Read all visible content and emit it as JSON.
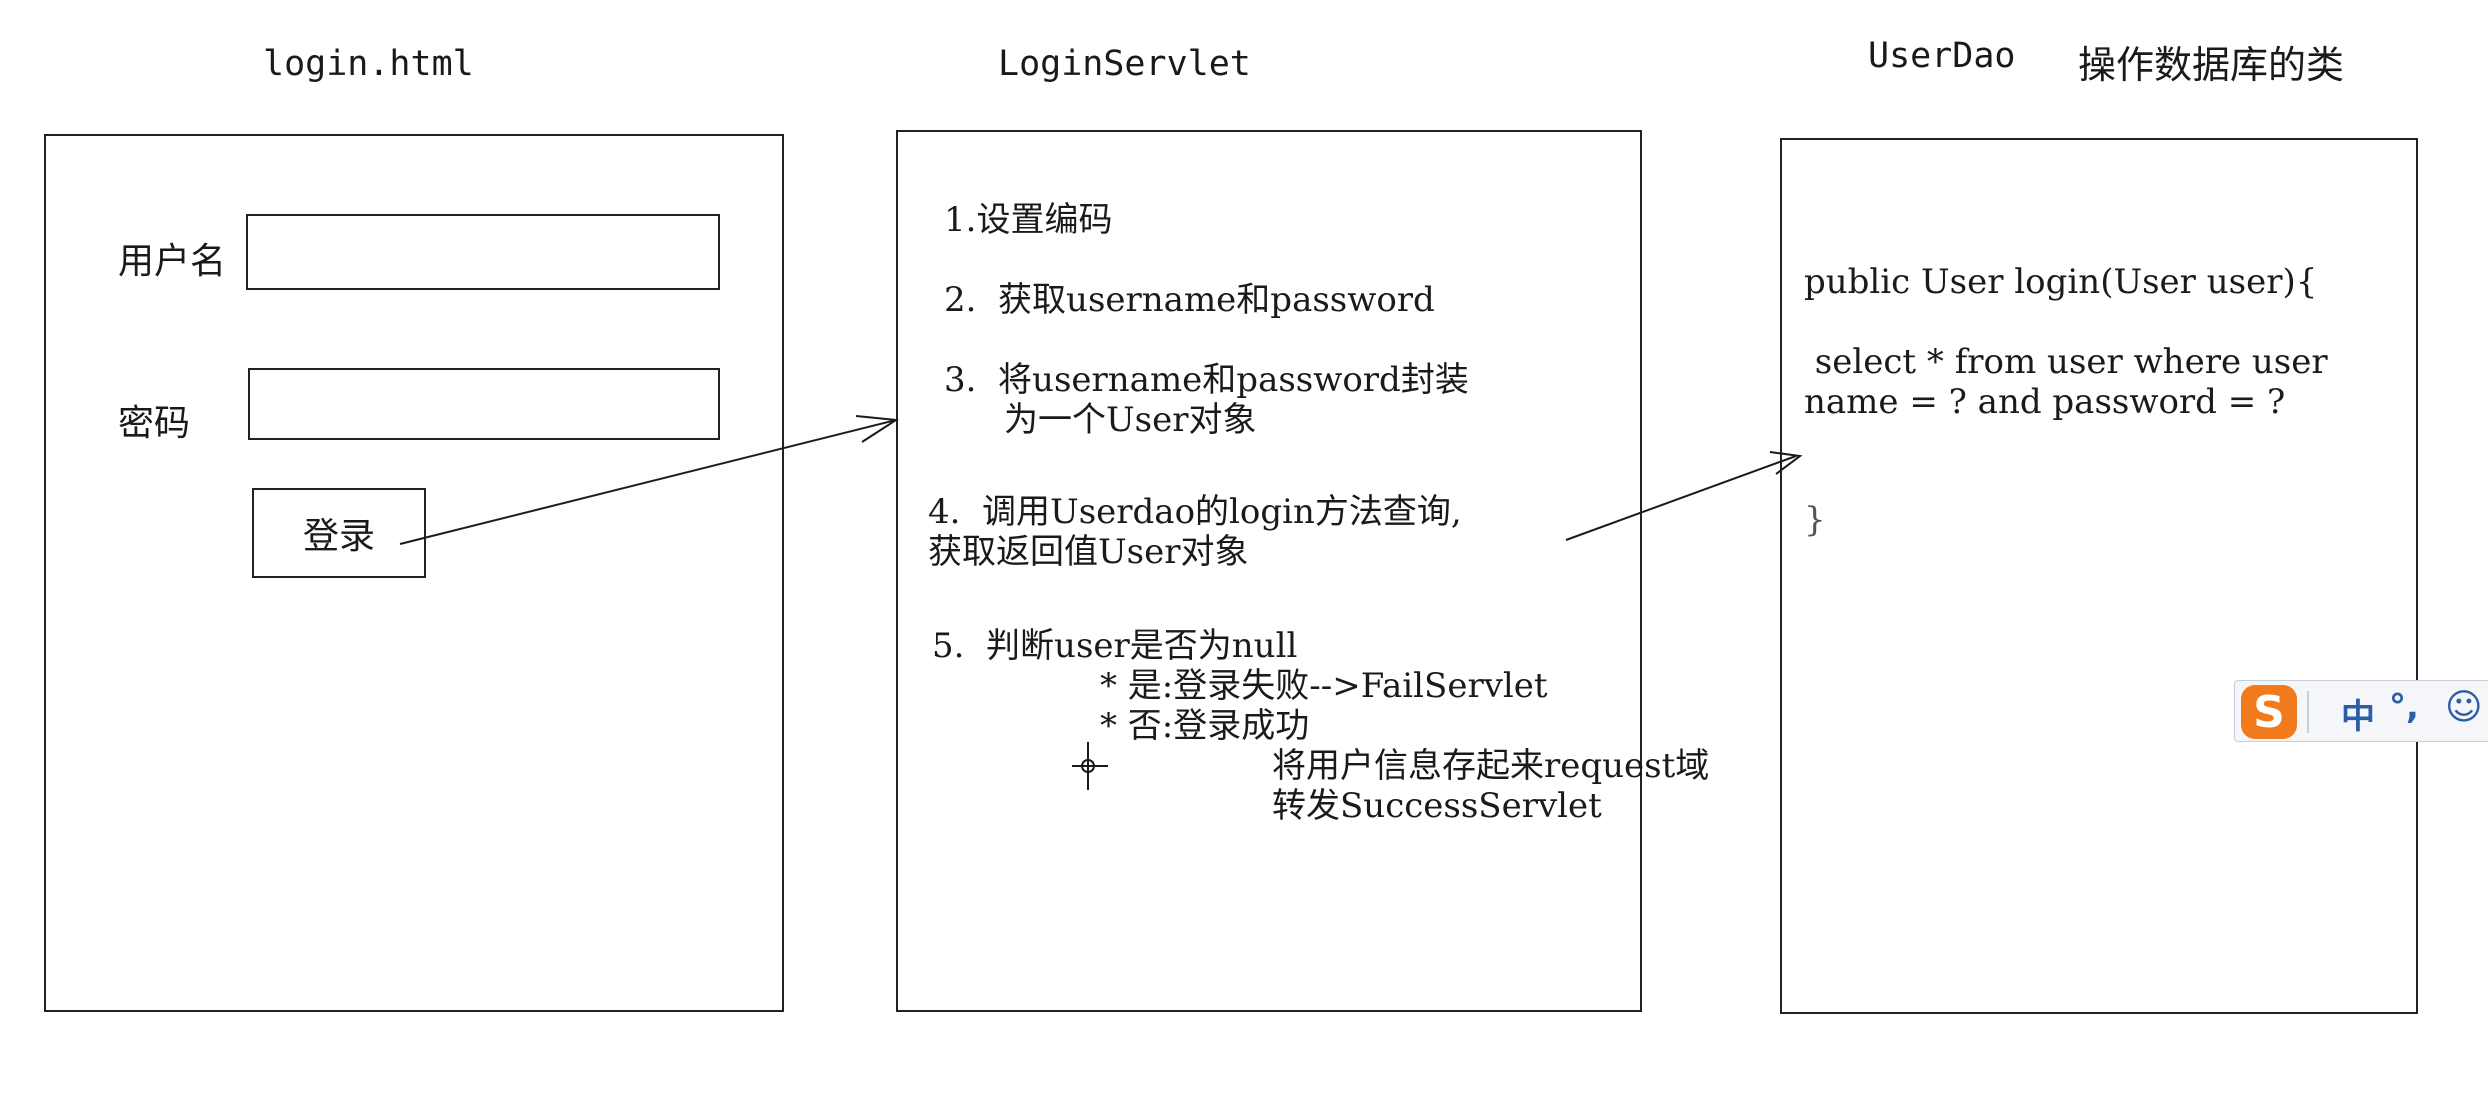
{
  "titles": {
    "login_html": "login.html",
    "login_servlet": "LoginServlet",
    "user_dao": "UserDao",
    "user_dao_desc": "操作数据库的类"
  },
  "login_form": {
    "username_label": "用户名",
    "password_label": "密码",
    "username_value": "",
    "password_value": "",
    "submit_label": "登录"
  },
  "servlet_steps": {
    "s1": "1.设置编码",
    "s2": "2.  获取username和password",
    "s3a": "3.  将username和password封装",
    "s3b": "为一个User对象",
    "s4a": "4.  调用Userdao的login方法查询,",
    "s4b": "获取返回值User对象",
    "s5": "5.  判断user是否为null",
    "s5_yes": "* 是:登录失败-->FailServlet",
    "s5_no": "* 否:登录成功",
    "s5_no_a": "将用户信息存起来request域",
    "s5_no_b": "转发SuccessServlet"
  },
  "dao_code": {
    "line1": "public User login(User user){",
    "line2": " select * from user where user",
    "line3": "name = ? and password = ?",
    "line4": "}"
  },
  "ime": {
    "logo": "S",
    "mode": "中",
    "punct": "°,",
    "emoji": "☺"
  }
}
